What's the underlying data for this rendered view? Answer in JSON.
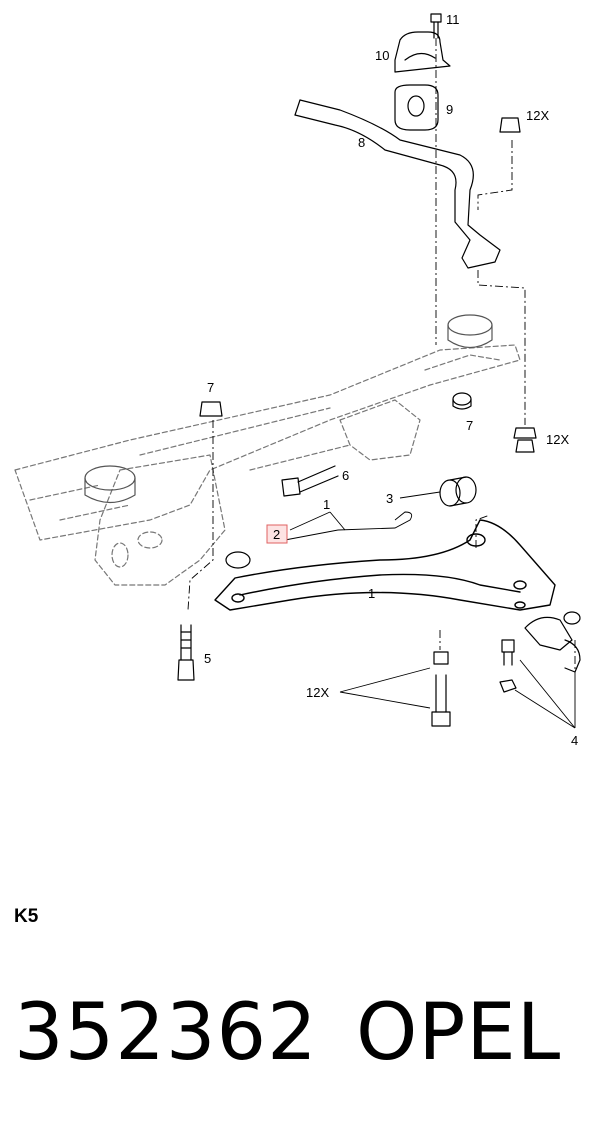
{
  "diagram": {
    "callouts": {
      "c1_top": "1",
      "c1_arm": "1",
      "c2": "2",
      "c3": "3",
      "c4": "4",
      "c5": "5",
      "c6": "6",
      "c7_left": "7",
      "c7_right": "7",
      "c8": "8",
      "c9": "9",
      "c10": "10",
      "c11": "11",
      "c12x_top": "12X",
      "c12x_mid": "12X",
      "c12x_bottom": "12X"
    },
    "highlight_color": "#e06060"
  },
  "section_code": "K5",
  "footer": {
    "part_number": "352362",
    "brand": "OPEL"
  }
}
